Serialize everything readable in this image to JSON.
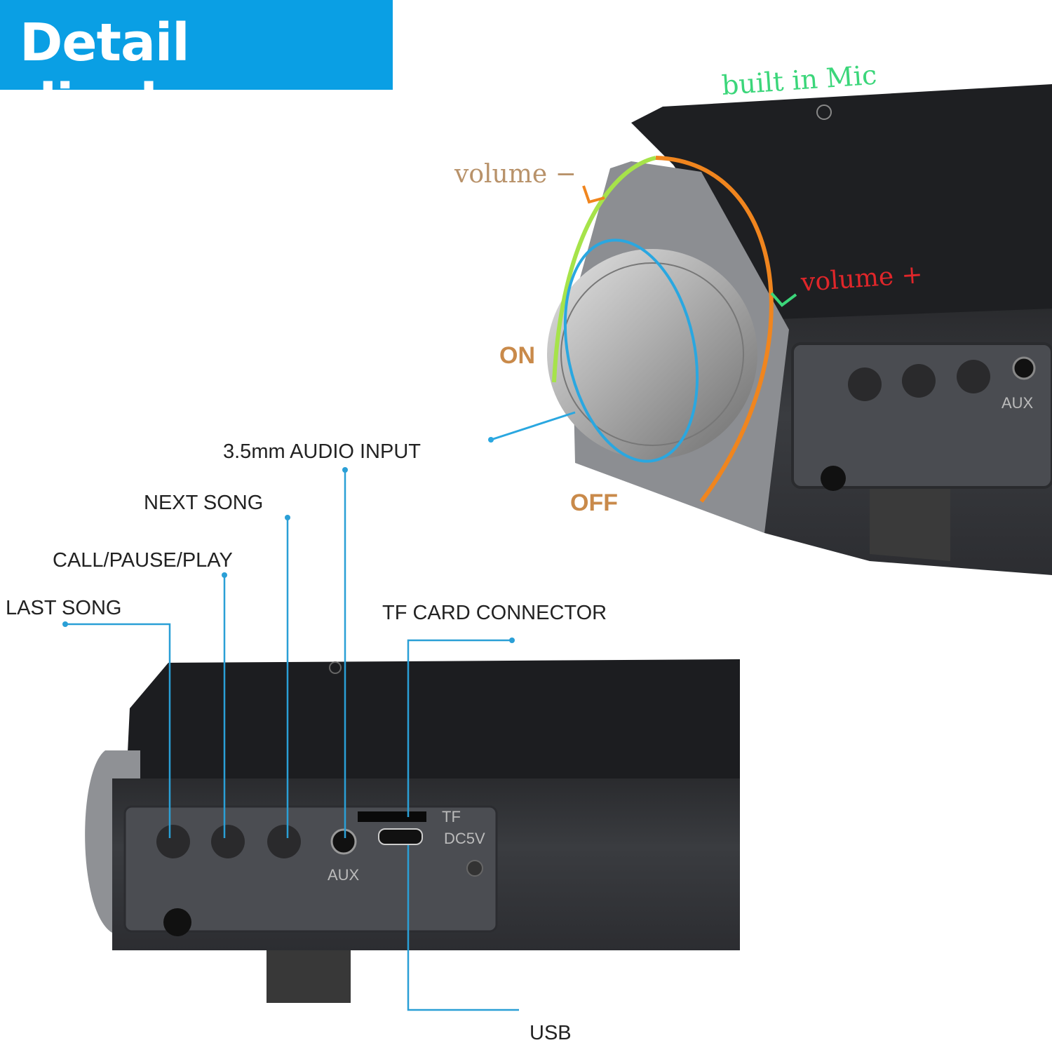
{
  "header": {
    "title": "Detail display",
    "color": "#0a9fe4"
  },
  "top_view": {
    "mic_label": "built in Mic",
    "volume_minus": "volume −",
    "volume_plus": "volume +",
    "on_label": "ON",
    "off_label": "OFF",
    "panel_aux": "AUX",
    "colors": {
      "mic": "#3bd67a",
      "volume_minus": "#b8926a",
      "volume_plus": "#e0262a",
      "on_off": "#c98a4a",
      "arc_green": "#a6e34a",
      "arc_orange": "#f0851e",
      "ring_blue": "#2aa7e0"
    }
  },
  "callouts": {
    "audio_input": "3.5mm AUDIO INPUT",
    "next_song": "NEXT SONG",
    "call_pause_play": "CALL/PAUSE/PLAY",
    "last_song": "LAST SONG",
    "tf_card": "TF CARD CONNECTOR",
    "usb": "USB",
    "line_color": "#2a9fd6"
  },
  "bottom_view": {
    "panel_aux": "AUX",
    "tf": "TF",
    "dc5v": "DC5V"
  }
}
